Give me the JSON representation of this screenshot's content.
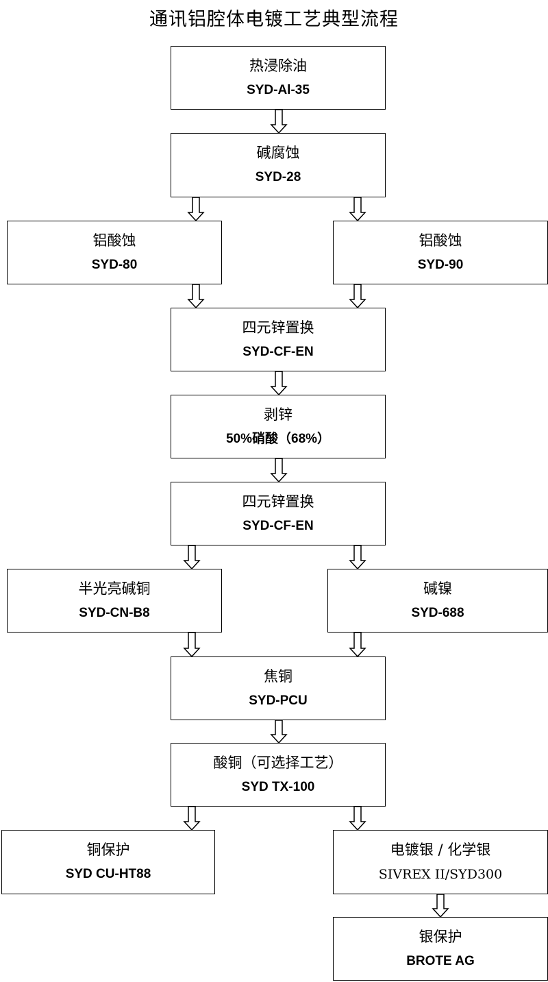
{
  "title": "通讯铝腔体电镀工艺典型流程",
  "steps": [
    {
      "name": "热浸除油",
      "code": "SYD-Al-35"
    },
    {
      "name": "碱腐蚀",
      "code": "SYD-28"
    },
    {
      "name": "铝酸蚀",
      "code": "SYD-80"
    },
    {
      "name": "铝酸蚀",
      "code": "SYD-90"
    },
    {
      "name": "四元锌置换",
      "code": "SYD-CF-EN"
    },
    {
      "name": "剥锌",
      "code": "50%硝酸（68%）"
    },
    {
      "name": "四元锌置换",
      "code": "SYD-CF-EN"
    },
    {
      "name": "半光亮碱铜",
      "code": "SYD-CN-B8"
    },
    {
      "name": "碱镍",
      "code": "SYD-688"
    },
    {
      "name": "焦铜",
      "code": "SYD-PCU"
    },
    {
      "name": "酸铜（可选择工艺）",
      "code": "SYD TX-100"
    },
    {
      "name": "铜保护",
      "code": "SYD CU-HT88"
    },
    {
      "name": "电镀银 / 化学银",
      "code": "SIVREX II/SYD300"
    },
    {
      "name": "银保护",
      "code": "BROTE AG"
    }
  ]
}
